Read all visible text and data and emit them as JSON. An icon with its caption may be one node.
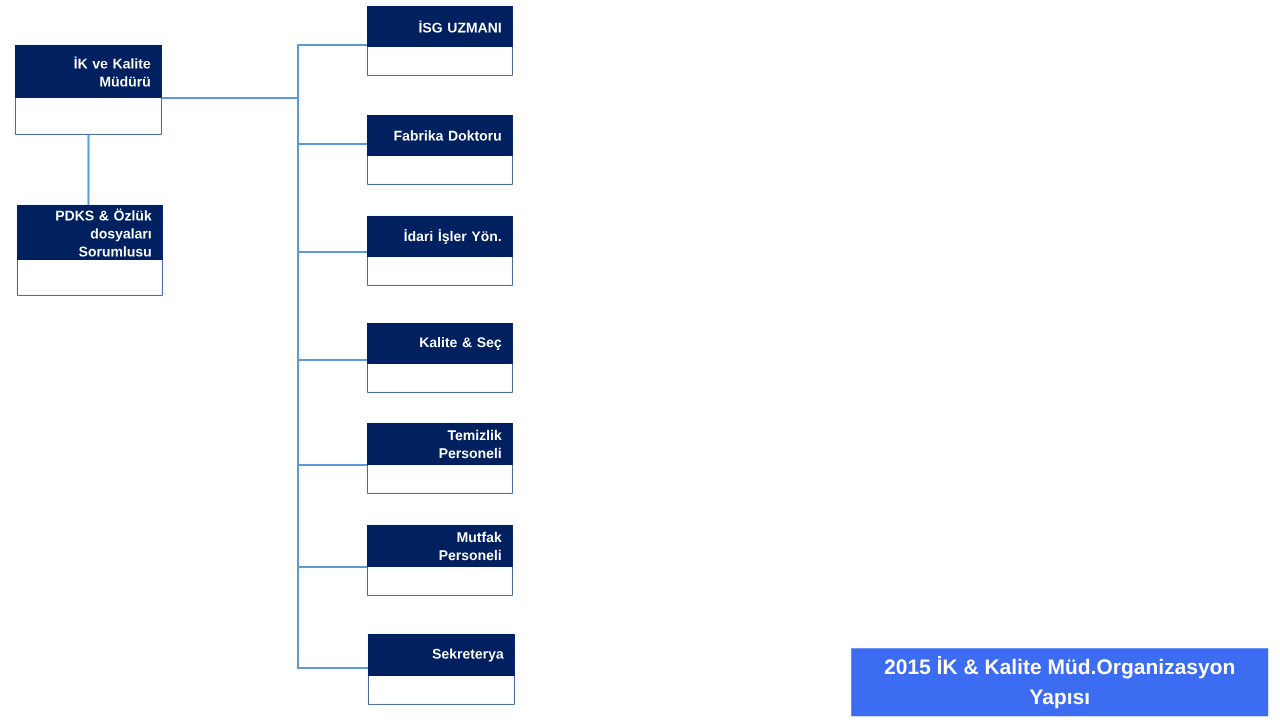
{
  "diagram": {
    "title": "2015 İK & Kalite Müd.Organizasyon Yapısı",
    "nodes": [
      {
        "text": [
          "İK ve Kalite Müdürü"
        ]
      },
      {
        "text": [
          "PDKS & Özlük dosyaları Sorumlusu"
        ]
      },
      {
        "text": [
          "İSG UZMANI"
        ]
      },
      {
        "text": [
          "Fabrika Doktoru"
        ]
      },
      {
        "text": [
          "İdari İşler Yön."
        ]
      },
      {
        "text": [
          "Kalite & Seç"
        ]
      },
      {
        "text": [
          "Temizlik Personeli"
        ]
      },
      {
        "text": [
          "Mutfak Personeli"
        ]
      },
      {
        "text": [
          "Sekreterya"
        ]
      }
    ],
    "edges": [
      {
        "from": 0,
        "to": 1,
        "arrow": "none"
      },
      {
        "from": 0,
        "to": 2,
        "arrow": "none"
      },
      {
        "from": 0,
        "to": 3,
        "arrow": "none"
      },
      {
        "from": 0,
        "to": 4,
        "arrow": "none"
      },
      {
        "from": 0,
        "to": 5,
        "arrow": "none"
      },
      {
        "from": 0,
        "to": 6,
        "arrow": "none"
      },
      {
        "from": 0,
        "to": 7,
        "arrow": "none"
      },
      {
        "from": 0,
        "to": 8,
        "arrow": "none"
      }
    ]
  }
}
